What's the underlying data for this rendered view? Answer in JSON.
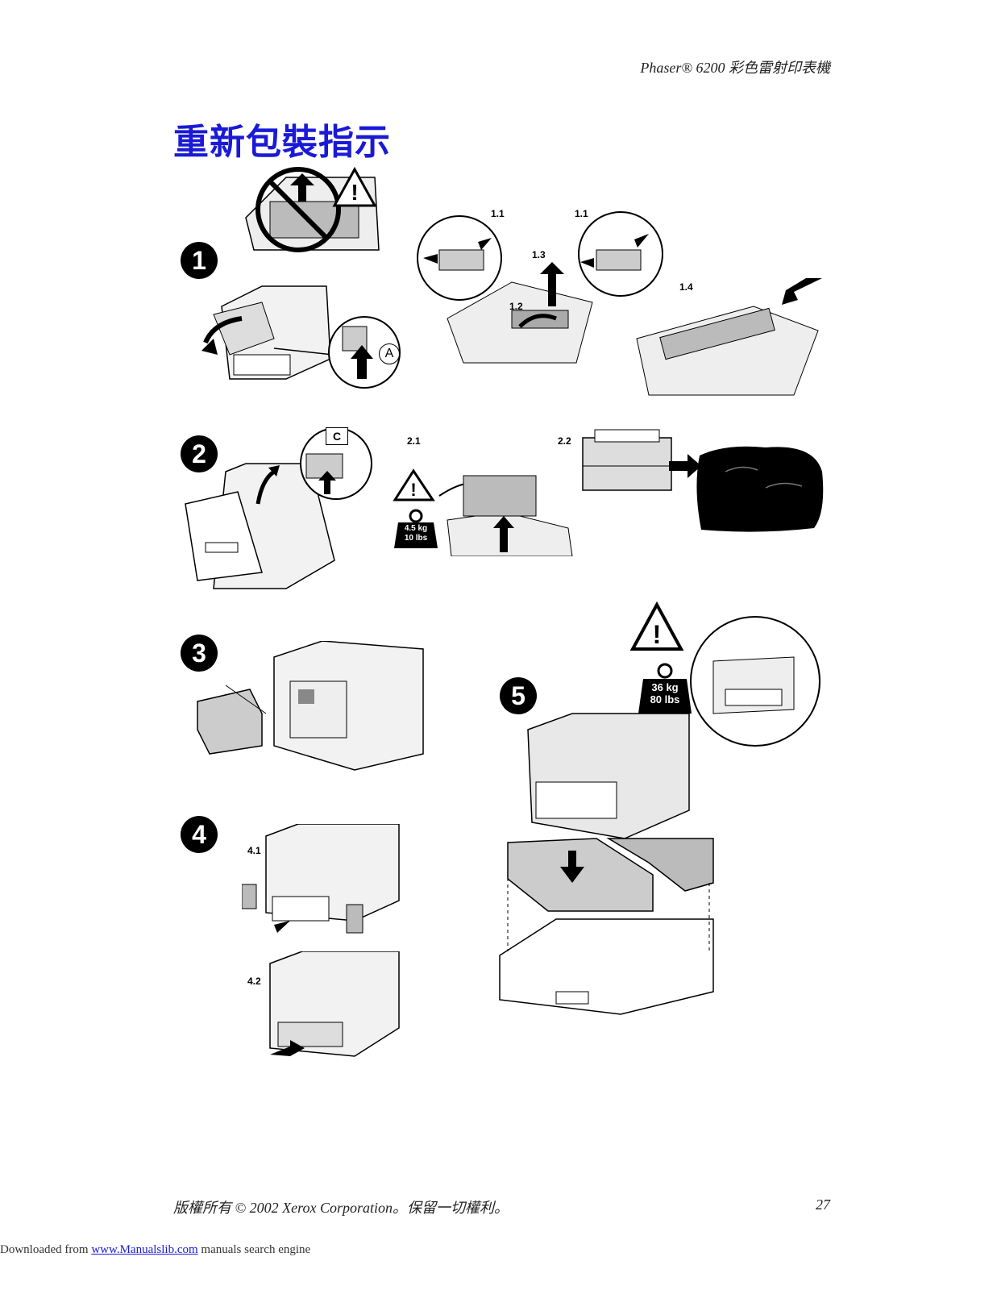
{
  "header": {
    "title": "Phaser® 6200 彩色雷射印表機"
  },
  "heading": "重新包裝指示",
  "steps": {
    "s1": "1",
    "s2": "2",
    "s3": "3",
    "s4": "4",
    "s5": "5"
  },
  "sub_labels": {
    "l11a": "1.1",
    "l11b": "1.1",
    "l12": "1.2",
    "l13": "1.3",
    "l14": "1.4",
    "l21": "2.1",
    "l22": "2.2",
    "l41": "4.1",
    "l42": "4.2"
  },
  "callouts": {
    "a": "A",
    "c": "C"
  },
  "weights": {
    "small_kg": "4.5 kg",
    "small_lbs": "10 lbs",
    "large_kg": "36 kg",
    "large_lbs": "80 lbs"
  },
  "footer": {
    "copyright": "版權所有 © 2002 Xerox Corporation。保留一切權利。",
    "page_number": "27"
  },
  "download": {
    "prefix": "Downloaded from ",
    "link": "www.Manualslib.com",
    "suffix": " manuals search engine"
  }
}
